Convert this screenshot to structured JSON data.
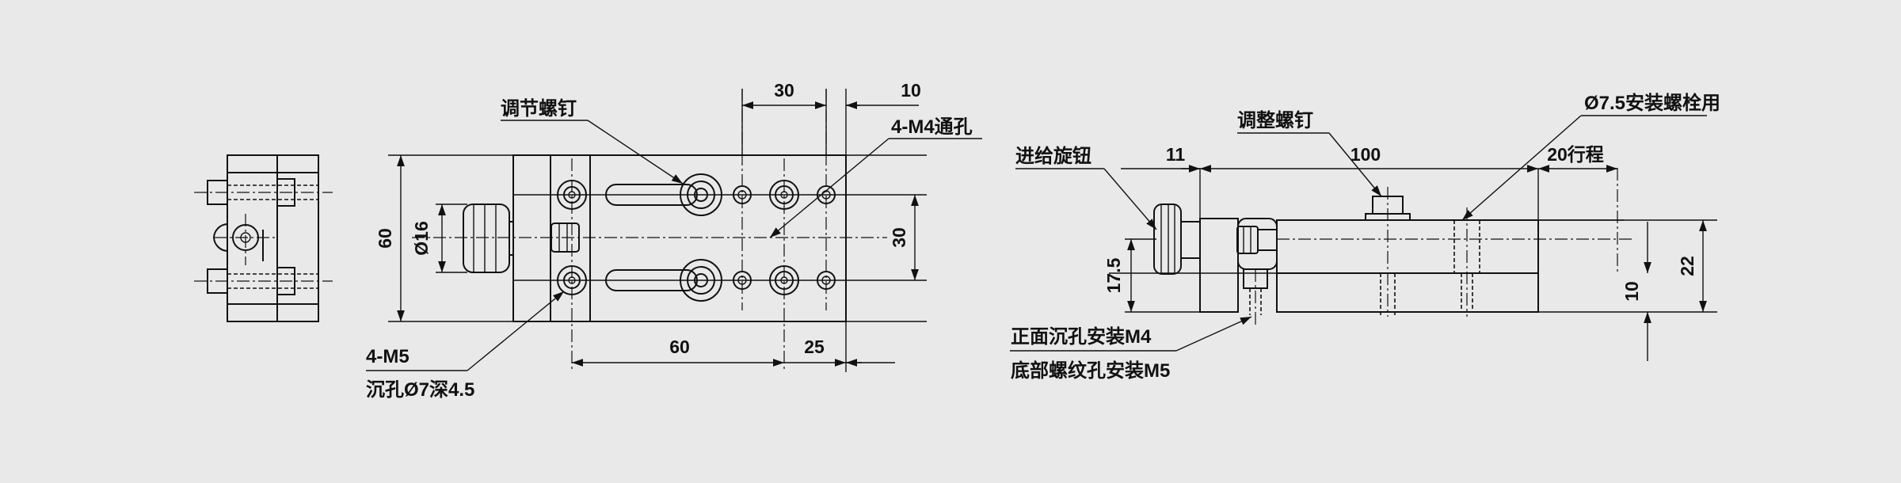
{
  "dimensions": {
    "d30_top": "30",
    "d10_top": "10",
    "d60_height": "60",
    "d16_dia": "Ø16",
    "d30_right": "30",
    "d60_bottom": "60",
    "d25_bottom": "25",
    "d11_side": "11",
    "d100_side": "100",
    "d20_travel": "20行程",
    "d17_5": "17.5",
    "d10_side": "10",
    "d22_side": "22"
  },
  "callouts": {
    "adjust_screw_top": "调节螺钉",
    "m4_through": "4-M4通孔",
    "m5_count": "4-M5",
    "m5_counterbore": "沉孔Ø7深4.5",
    "feed_knob": "进给旋钮",
    "adjust_screw_side": "调整螺钉",
    "bolt_hole": "Ø7.5安装螺栓用",
    "front_mount": "正面沉孔安装M4",
    "bottom_mount": "底部螺纹孔安装M5"
  }
}
